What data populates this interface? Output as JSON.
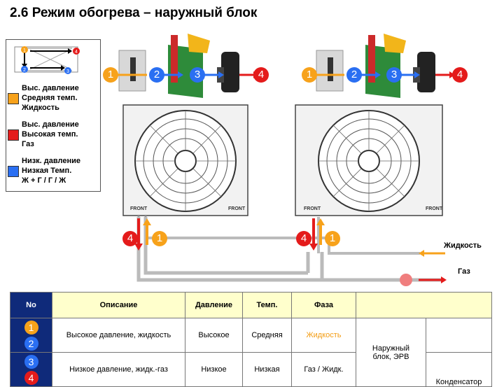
{
  "title": "2.6 Режим обогрева – наружный блок",
  "legend": {
    "mini_numbers": [
      "1",
      "2",
      "3",
      "4"
    ],
    "items": [
      {
        "text": "Выс. давление\nСредняя темп.\nЖидкость",
        "color": "#f7a21b"
      },
      {
        "text": "Выс. давление\nВысокая темп.\nГаз",
        "color": "#e41b1b"
      },
      {
        "text": "Низк. давление\nНизкая Темп.\nЖ + Г / Г / Ж",
        "color": "#2a6ff2"
      }
    ]
  },
  "units": [
    {
      "front_labels": [
        "FRONT",
        "FRONT"
      ],
      "top_steps": [
        "1",
        "2",
        "3",
        "4"
      ],
      "bottom_steps": [
        "4",
        "1"
      ]
    },
    {
      "front_labels": [
        "FRONT",
        "FRONT"
      ],
      "top_steps": [
        "1",
        "2",
        "3",
        "4"
      ],
      "bottom_steps": [
        "4",
        "1"
      ]
    }
  ],
  "pipes": {
    "liquid_label": "Жидкость",
    "gas_label": "Газ"
  },
  "colors": {
    "step1": "#f7a21b",
    "step2": "#2a6ff2",
    "step3": "#2a6ff2",
    "step4": "#e41b1b",
    "table_header": "#ffffcc",
    "no_column": "#0f2a7a"
  },
  "table": {
    "headers": [
      "No",
      "Описание",
      "Давление",
      "Темп.",
      "Фаза",
      "",
      ""
    ],
    "rows": [
      {
        "numbers": [
          "1",
          "2"
        ],
        "description": "Высокое давление, жидкость",
        "pressure": "Высокое",
        "temp": "Средняя",
        "phase": "Жидкость"
      },
      {
        "numbers": [
          "3",
          "4"
        ],
        "description": "Низкое давление, жидк.-газ",
        "pressure": "Низкое",
        "temp": "Низкая",
        "phase": "Газ / Жидк."
      }
    ],
    "component": "Наружный\nблок, ЭРВ",
    "component_partial": "Конденсатор"
  }
}
